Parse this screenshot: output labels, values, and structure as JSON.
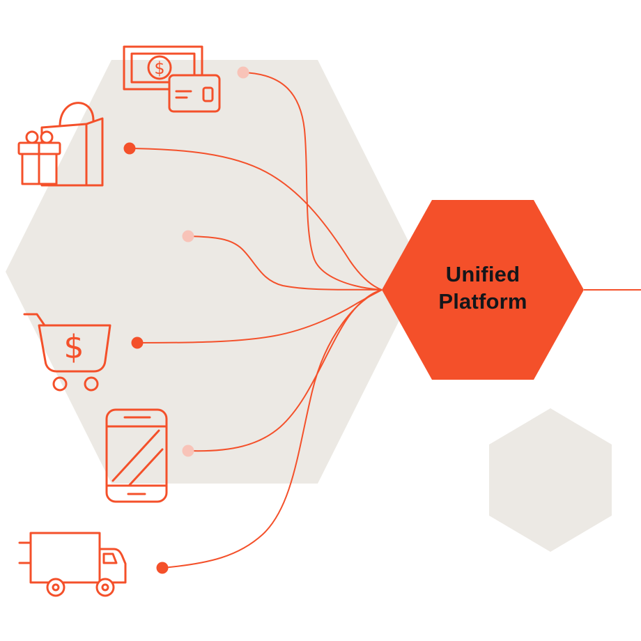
{
  "colors": {
    "coral": "#f4502a",
    "pink": "#f8c3b8",
    "light_gray": "#ece9e4",
    "text_dark": "#14161a",
    "white": "#ffffff"
  },
  "center_node": {
    "label_line1": "Unified",
    "label_line2": "Platform"
  },
  "symbols": {
    "money_dollar": "$",
    "cart_dollar": "$"
  },
  "diagram": {
    "sources": [
      {
        "icon": "banknote-and-card-icon",
        "dot_color": "pink"
      },
      {
        "icon": "gift-and-shopping-bag-icon",
        "dot_color": "coral"
      },
      {
        "icon": "none",
        "dot_color": "pink"
      },
      {
        "icon": "shopping-cart-icon",
        "dot_color": "coral"
      },
      {
        "icon": "smartphone-icon",
        "dot_color": "pink"
      },
      {
        "icon": "delivery-truck-icon",
        "dot_color": "coral"
      }
    ]
  }
}
